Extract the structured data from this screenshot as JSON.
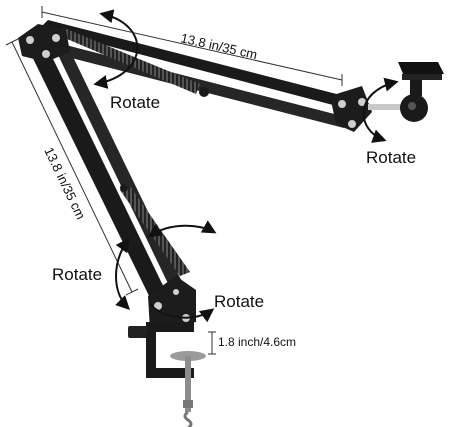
{
  "labels": {
    "top_dimension": "13.8 in/35 cm",
    "side_dimension": "13.8 in/35 cm",
    "clamp_dimension": "1.8 inch/4.6cm",
    "rotate_top": "Rotate",
    "rotate_right": "Rotate",
    "rotate_left": "Rotate",
    "rotate_base": "Rotate"
  },
  "colors": {
    "arm": "#1a1a1a",
    "spring": "#2b2b2b",
    "joint": "#cfcfcf",
    "metal": "#b8b8b8",
    "arrow": "#111111",
    "dimension_line": "#333333"
  }
}
